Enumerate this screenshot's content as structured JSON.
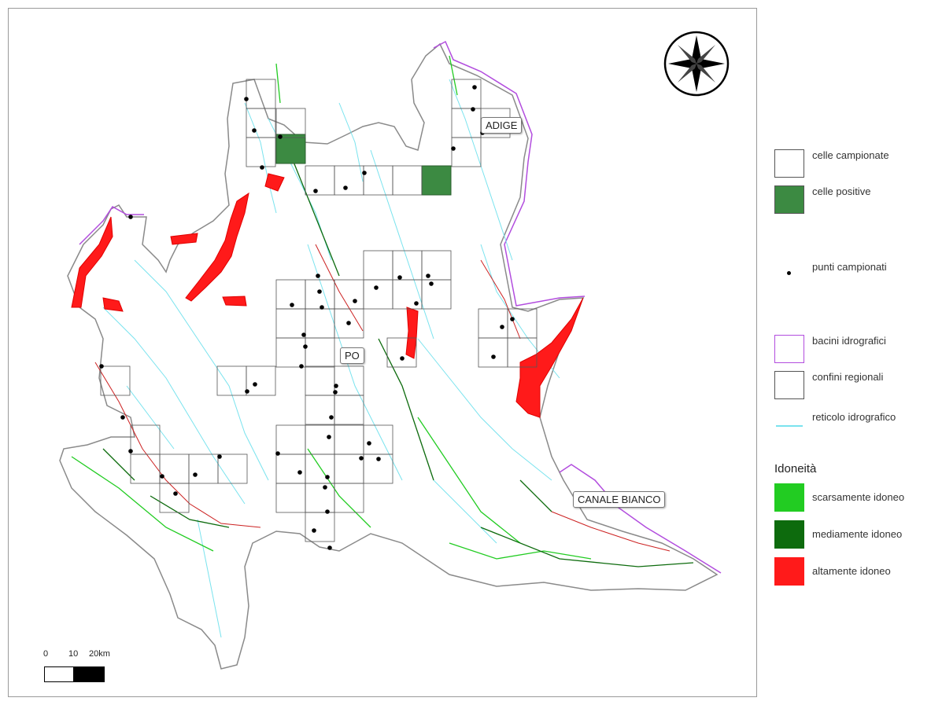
{
  "map": {
    "basin_labels": {
      "adige": "ADIGE",
      "po": "PO",
      "canale_bianco": "CANALE BIANCO"
    },
    "scale": {
      "tick_0": "0",
      "tick_10": "10",
      "tick_20": "20km"
    },
    "colors": {
      "region_outline": "#8a8a8a",
      "basin_outline": "#b24dde",
      "hydro_network": "#7ae3ee",
      "scarsamente": "#22cc22",
      "mediamente": "#0d6b0d",
      "altamente": "#ff1a1a",
      "positive_cells": "#3c8a42",
      "sample_point": "#000000"
    },
    "compass_icon": "compass-rose-icon"
  },
  "legend": {
    "celle_campionate": "celle campionate",
    "celle_positive": "celle positive",
    "punti_campionati": "punti campionati",
    "bacini_idrografici": "bacini idrografici",
    "confini_regionali": "confini regionali",
    "reticolo_idrografico": "reticolo idrografico",
    "idoneita_title": "Idoneità",
    "scarsamente_idoneo": "scarsamente idoneo",
    "mediamente_idoneo": "mediamente idoneo",
    "altamente_idoneo": "altamente idoneo"
  }
}
